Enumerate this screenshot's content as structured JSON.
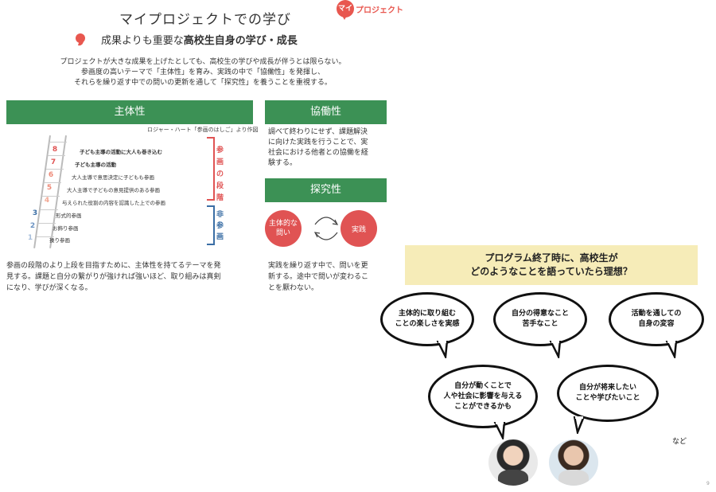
{
  "header": {
    "title": "マイプロジェクトでの学び",
    "logo_badge": "マイ",
    "logo_text": "プロジェクト",
    "subtitle_prefix": "成果よりも重要な",
    "subtitle_bold": "高校生自身の学び・成長",
    "intro_lines": [
      "プロジェクトが大きな成果を上げたとしても、高校生の学びや成長が伴うとは限らない。",
      "参画度の高いテーマで「主体性」を育み、実践の中で「協働性」を発揮し、",
      "それらを繰り返す中での問いの更新を通して「探究性」を養うことを重視する。"
    ]
  },
  "shutai": {
    "heading": "主体性",
    "credit": "ロジャー・ハート「参画のはしご」より作図",
    "steps": [
      {
        "num": "8",
        "label": "子ども主導の活動に大人も巻き込む",
        "color": "#e05353"
      },
      {
        "num": "7",
        "label": "子ども主導の活動",
        "color": "#e05353"
      },
      {
        "num": "6",
        "label": "大人主導で意思決定に子どもも参画",
        "color": "#ee8a78"
      },
      {
        "num": "5",
        "label": "大人主導で子どもの意見提供のある参画",
        "color": "#ee8a78"
      },
      {
        "num": "4",
        "label": "与えられた役割の内容を認識した上での参画",
        "color": "#f2a894"
      },
      {
        "num": "3",
        "label": "形式的参画",
        "color": "#3a6ea5"
      },
      {
        "num": "2",
        "label": "お飾り参画",
        "color": "#6b93c2"
      },
      {
        "num": "1",
        "label": "操り参画",
        "color": "#a9bfdb"
      }
    ],
    "label_participation": "参画の段階",
    "label_non_participation": "非参画",
    "body_lines": [
      "参画の段階のより上段を目指すために、主体性を持てるテーマを発",
      "見する。課題と自分の繋がりが強ければ強いほど、取り組みは真剣",
      "になり、学びが深くなる。"
    ]
  },
  "kyodo": {
    "heading": "協働性",
    "body_lines": [
      "調べて終わりにせず、課題解決",
      "に向けた実践を行うことで、実",
      "社会における他者との協働を経",
      "験する。"
    ]
  },
  "tankyu": {
    "heading": "探究性",
    "circle_left": "主体的な問い",
    "circle_left_line1": "主体的な",
    "circle_left_line2": "問い",
    "circle_right": "実践",
    "body_lines": [
      "実践を繰り返す中で、問いを更",
      "新する。途中で問いが変わるこ",
      "とを厭わない。"
    ]
  },
  "right": {
    "banner_line1": "プログラム終了時に、高校生が",
    "banner_line2": "どのようなことを語っていたら理想？",
    "bubbles": [
      {
        "line1": "主体的に取り組む",
        "line2": "ことの楽しさを実感"
      },
      {
        "line1": "自分の得意なこと",
        "line2": "苦手なこと"
      },
      {
        "line1": "活動を通しての",
        "line2": "自身の変容"
      },
      {
        "line1": "自分が動くことで",
        "line2": "人や社会に影響を与える",
        "line3": "ことができるかも"
      },
      {
        "line1": "自分が将来したい",
        "line2": "ことや学びたいこと"
      }
    ],
    "etc": "など",
    "page_number": "9"
  },
  "colors": {
    "green": "#3c9155",
    "red": "#e05353",
    "blue": "#3a6ea5",
    "banner": "#f6ecb8"
  }
}
